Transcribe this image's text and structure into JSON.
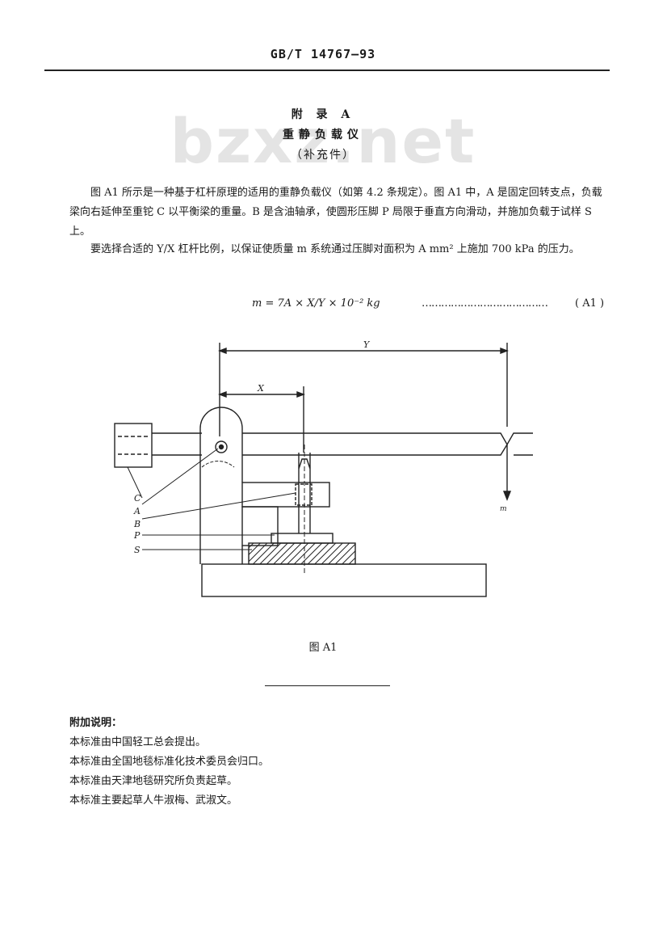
{
  "header": {
    "code": "GB/T 14767—93"
  },
  "watermark": "bzxz.net",
  "appendix": {
    "label": "附 录 A",
    "title": "重静负载仪",
    "note": "（补充件）"
  },
  "body": {
    "paragraph1": "图 A1 所示是一种基于杠杆原理的适用的重静负载仪（如第 4.2 条规定）。图 A1 中，A 是固定回转支点，负载梁向右延伸至重铊 C 以平衡梁的重量。B 是含油轴承，使圆形压脚 P 局限于垂直方向滑动，并施加负载于试样 S 上。",
    "paragraph2": "要选择合适的 Y/X 杠杆比例，以保证使质量 m 系统通过压脚对面积为 A mm² 上施加 700 kPa 的压力。"
  },
  "formula": {
    "expression": "m = 7A × X/Y × 10⁻² kg",
    "dots": "…………………………………",
    "number": "( A1 )"
  },
  "figure": {
    "dim_y": "Y",
    "dim_x": "X",
    "label_c": "C",
    "label_a": "A",
    "label_b": "B",
    "label_p": "P",
    "label_s": "S",
    "label_m": "m",
    "caption": "图 A1"
  },
  "notes": {
    "title": "附加说明：",
    "lines": [
      "本标准由中国轻工总会提出。",
      "本标准由全国地毯标准化技术委员会归口。",
      "本标准由天津地毯研究所负责起草。",
      "本标准主要起草人牛淑梅、武淑文。"
    ]
  }
}
